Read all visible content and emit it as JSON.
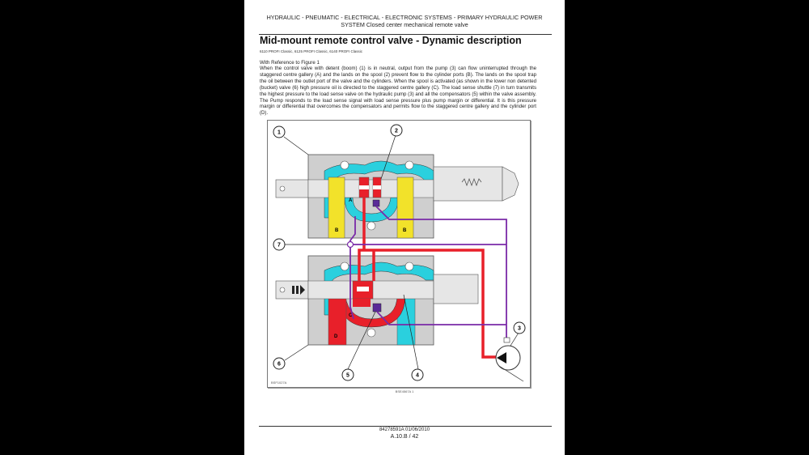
{
  "header": {
    "line1": "HYDRAULIC - PNEUMATIC - ELECTRICAL - ELECTRONIC SYSTEMS - PRIMARY HYDRAULIC POWER",
    "line2_bold": "SYSTEM",
    "line2_rest": " Closed center mechanical remote valve"
  },
  "title": "Mid-mount remote control valve - Dynamic description",
  "models": "6110 PROFI Classic, 6125 PROFI Classic, 6140 PROFI Classic",
  "reference": "With Reference to Figure 1",
  "body": "When the control valve with detent (boom) (1) is in neutral, output from the pump (3) can flow uninterrupted through the staggered centre gallery (A) and the lands on the spool (2) prevent flow to the cylinder ports (B). The lands on the spool trap the oil between the outlet port of the valve and the cylinders. When the spool is activated (as shown in the lower non detented (bucket) valve (6) high pressure oil is directed to the staggered centre gallery (C). The load sense shuttle (7) in turn transmits the highest pressure to the load sense valve on the hydraulic pump (3) and all the compensators (5) within the valve assembly. The Pump responds to the load sense signal with load sense pressure plus pump margin or differential. It is this pressure margin or differential that overcomes the compensators and permits flow to the staggered centre gallery and the cylinder port (D).",
  "figure": {
    "id": "BSF1027A",
    "caption": "BSE4567A    1",
    "callouts": [
      "1",
      "2",
      "3",
      "4",
      "5",
      "6",
      "7"
    ],
    "port_labels": {
      "A": "A",
      "B": "B",
      "C": "C",
      "D": "D"
    },
    "colors": {
      "pressure": "#e8202a",
      "gallery": "#2ad0de",
      "port": "#f2e22a",
      "signal": "#7a2aa8",
      "body": "#cfcfcf"
    }
  },
  "footer": {
    "doc": "84278591A 01/06/2010",
    "page": "A.10.B / 42"
  }
}
